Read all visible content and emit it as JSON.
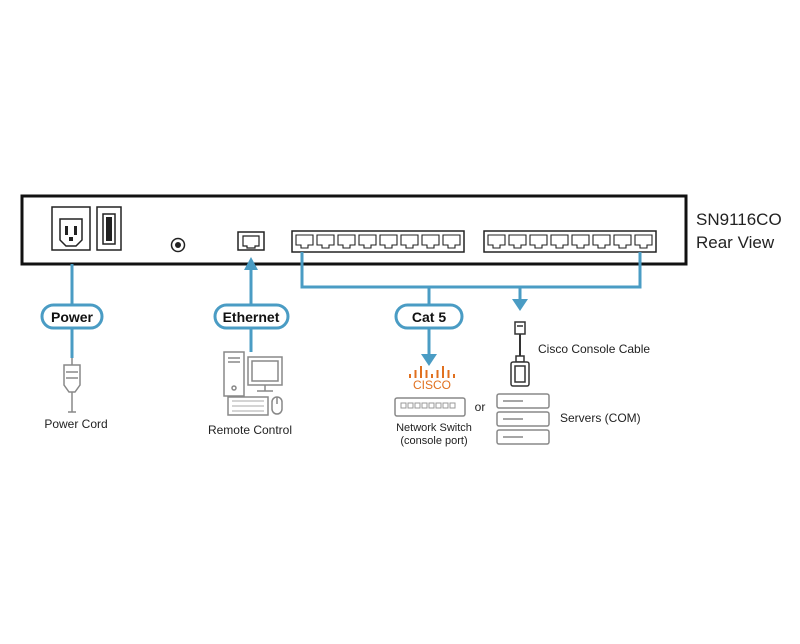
{
  "device": {
    "model": "SN9116CO",
    "view": "Rear View"
  },
  "tags": {
    "power": "Power",
    "ethernet": "Ethernet",
    "cat5": "Cat 5"
  },
  "labels": {
    "power_cord": "Power Cord",
    "remote_control": "Remote Control",
    "network_switch_line1": "Network Switch",
    "network_switch_line2": "(console port)",
    "or": "or",
    "cisco_console_cable": "Cisco Console Cable",
    "servers": "Servers (COM)",
    "cisco_logo": "CISCO"
  },
  "colors": {
    "connector_line": "#4a9cc4",
    "tag_border": "#4a9cc4",
    "device_border": "#111111",
    "cisco_logo": "#e0701f",
    "icon_stroke": "#888888"
  },
  "icons": [
    "power-socket-icon",
    "power-switch-icon",
    "ground-screw-icon",
    "ethernet-port-icon",
    "rj45-port-bank-icon",
    "power-plug-icon",
    "computer-icon",
    "network-switch-icon",
    "console-cable-icon",
    "server-stack-icon"
  ]
}
